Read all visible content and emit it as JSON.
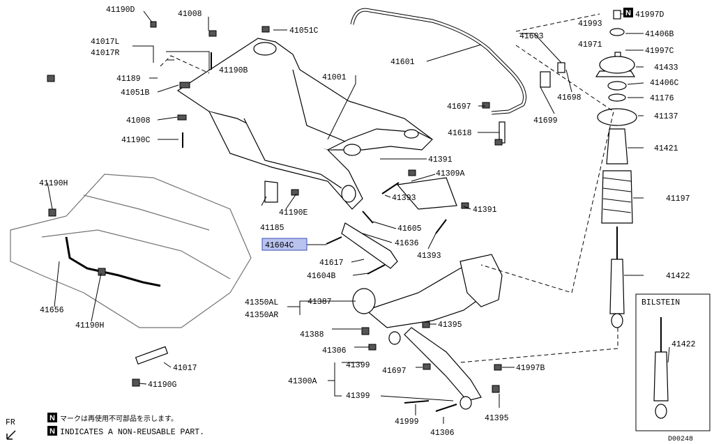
{
  "labels": {
    "p41190D": "41190D",
    "p41008a": "41008",
    "p41051C": "41051C",
    "p41017L": "41017L",
    "p41017R": "41017R",
    "p41190B": "41190B",
    "p41189": "41189",
    "p41051B": "41051B",
    "p41008b": "41008",
    "p41190C": "41190C",
    "p41001": "41001",
    "p41601": "41601",
    "p41603": "41603",
    "p41698": "41698",
    "p41697a": "41697",
    "p41699": "41699",
    "p41618": "41618",
    "p41391a": "41391",
    "p41309A": "41309A",
    "p41391b": "41391",
    "p41393a": "41393",
    "p41605": "41605",
    "p41636": "41636",
    "p41393b": "41393",
    "p41604C": "41604C",
    "p41617": "41617",
    "p41604B": "41604B",
    "p41190H": "41190H",
    "p41190E": "41190E",
    "p41185": "41185",
    "p41656": "41656",
    "p41190H2": "41190H",
    "p41350AL": "41350AL",
    "p41350AR": "41350AR",
    "p41387": "41387",
    "p41388": "41388",
    "p41306a": "41306",
    "p41395a": "41395",
    "p41399a": "41399",
    "p41697b": "41697",
    "p41997B": "41997B",
    "p41300A": "41300A",
    "p41399b": "41399",
    "p41999": "41999",
    "p41306b": "41306",
    "p41395b": "41395",
    "p41017": "41017",
    "p41190G": "41190G",
    "p41993": "41993",
    "p41997D": "41997D",
    "p41406B": "41406B",
    "p41971": "41971",
    "p41997C": "41997C",
    "p41433": "41433",
    "p41406C": "41406C",
    "p41176": "41176",
    "p41137": "41137",
    "p41421": "41421",
    "p41197": "41197",
    "p41422": "41422",
    "p41422b": "41422",
    "bilstein": "BILSTEIN"
  },
  "legend": {
    "n_mark": "N",
    "japanese": "マークは再使用不可部品を示します。",
    "english": "INDICATES A NON-REUSABLE PART."
  },
  "fr_label": "FR",
  "diagram_code": "D00248",
  "colors": {
    "highlight": "#b9c3ee",
    "ink": "#000000"
  }
}
